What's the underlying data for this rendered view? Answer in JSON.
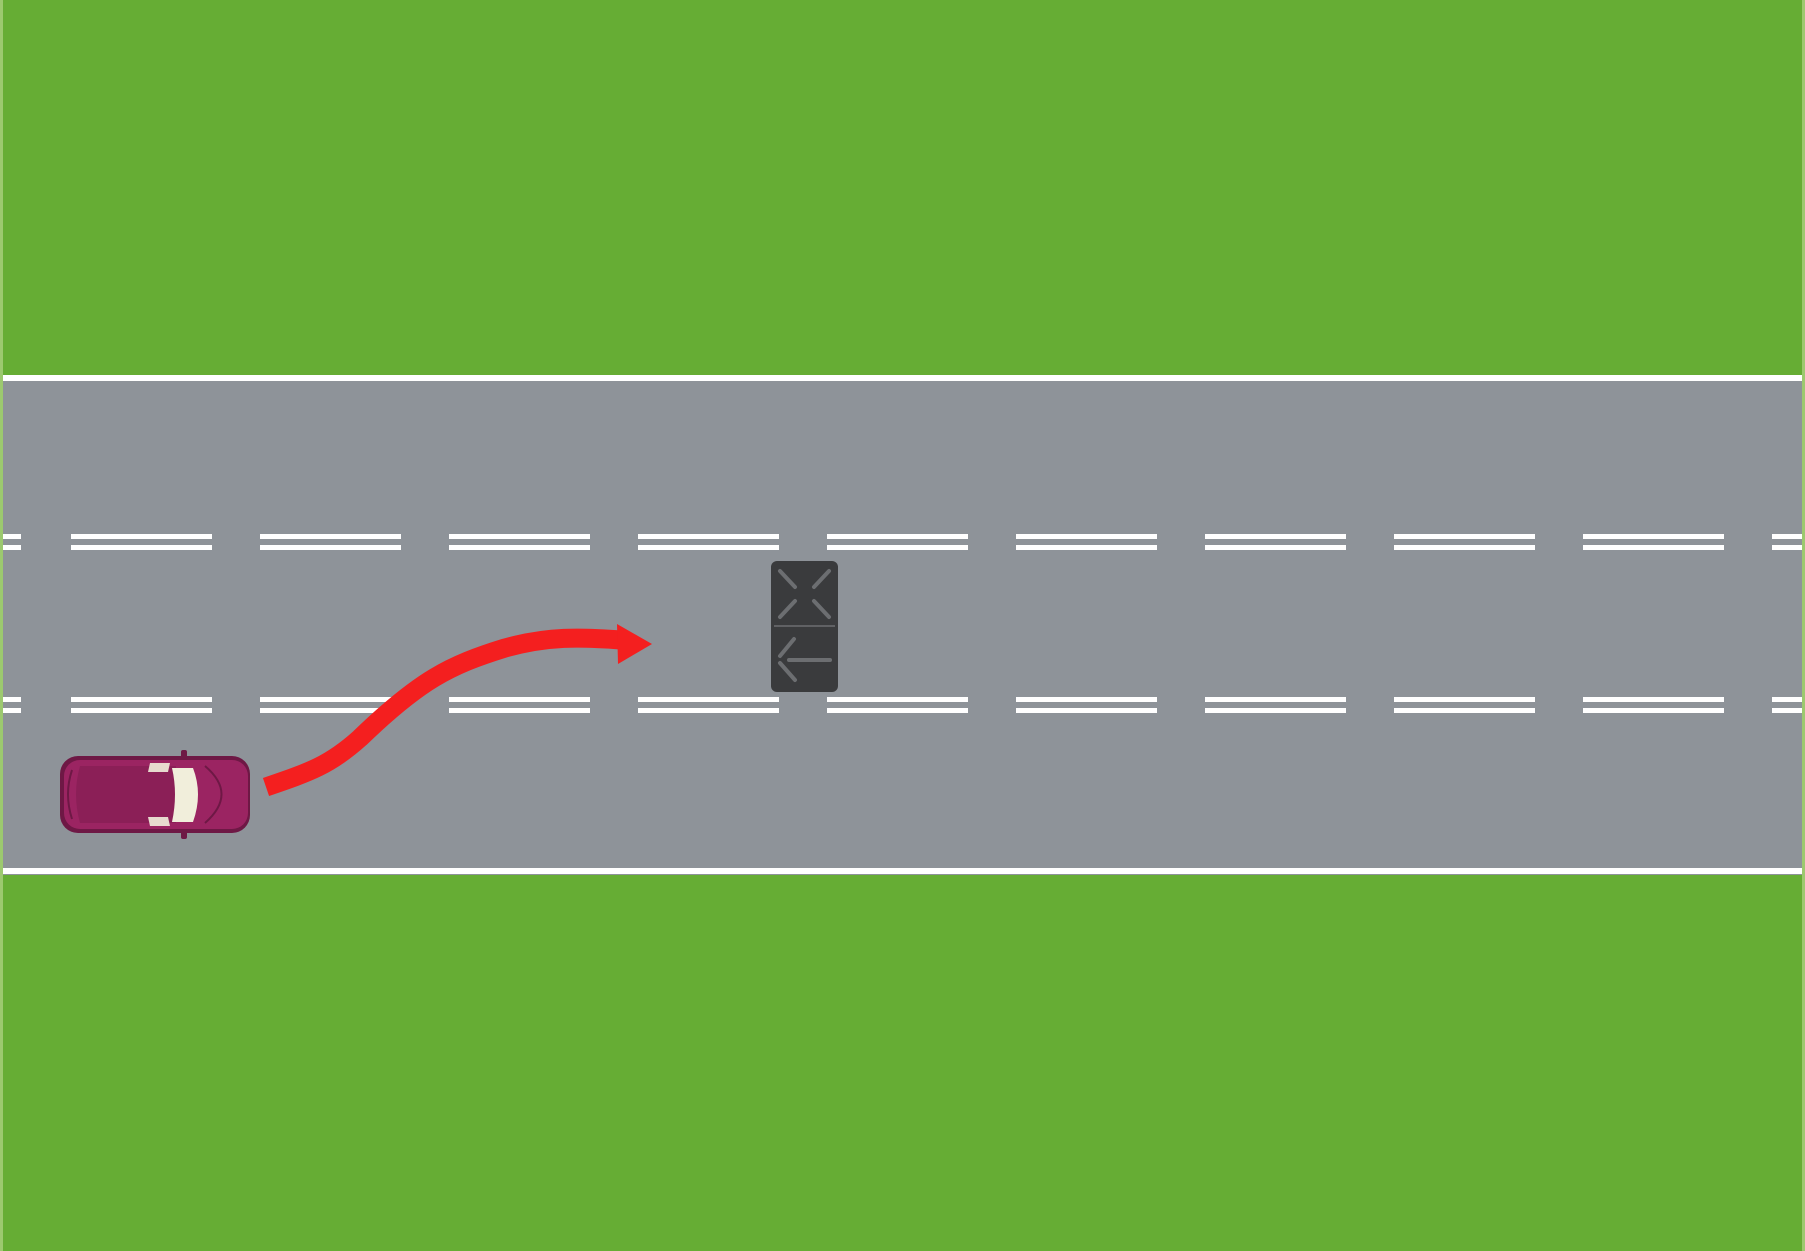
{
  "scene": {
    "description_free": true,
    "colors": {
      "grass": "#66ad34",
      "frame": "#9cc96f",
      "road": "#8e9399",
      "edge_line": "#ffffff",
      "lane_marking": "#ffffff",
      "car_body": "#9b2462",
      "car_body_dark": "#6e1845",
      "car_glass": "#f1eedb",
      "signal_unit": "#3a3b3d",
      "signal_symbol": "#6c6e71",
      "arrow": "#f41f1f"
    },
    "road": {
      "lanes": 3,
      "lane_separator_style": "double-dashed"
    },
    "vehicle": {
      "kind": "car",
      "lane": "bottom",
      "heading": "right"
    },
    "lane_signal": {
      "kind": "overhead-lane-control-signal",
      "lane": "middle",
      "symbols": [
        "x-icon",
        "arrow-left-icon"
      ]
    },
    "path_arrow": {
      "kind": "lane-change-arrow",
      "from_lane": "bottom",
      "to_lane": "middle"
    }
  }
}
